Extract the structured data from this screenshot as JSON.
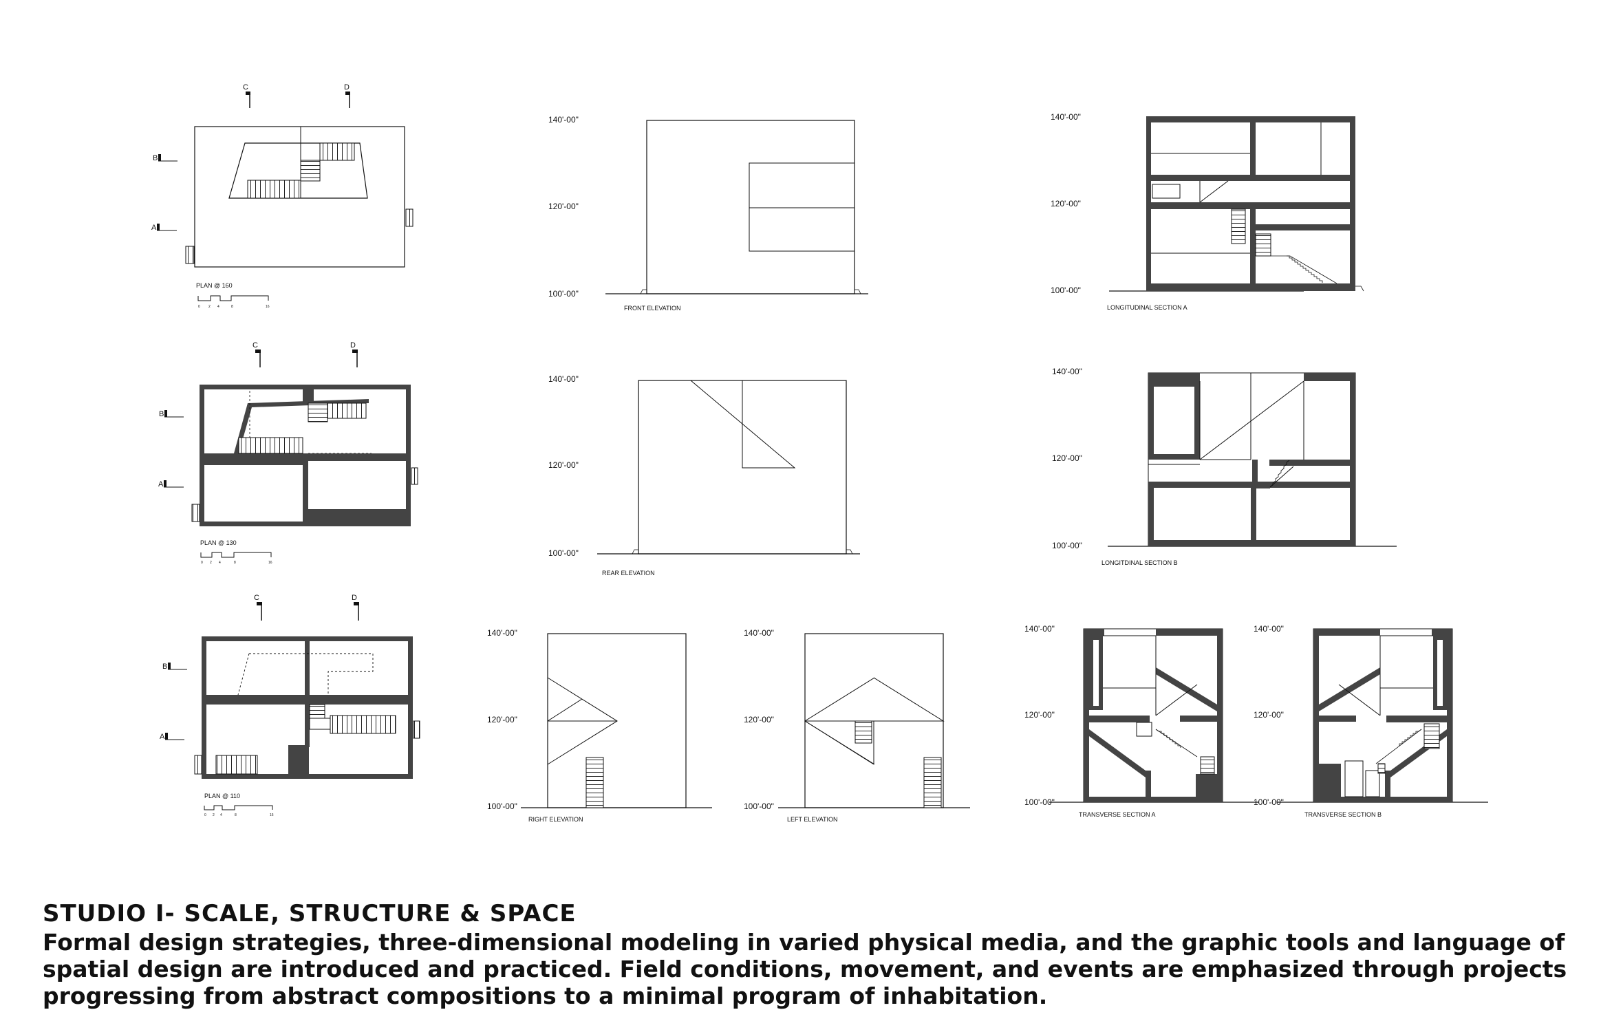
{
  "section_markers": {
    "c": "C",
    "d": "D",
    "a": "A",
    "b": "B"
  },
  "plans": [
    {
      "label": "PLAN @ 160",
      "scale": [
        "0",
        "2",
        "4",
        "8",
        "16"
      ]
    },
    {
      "label": "PLAN @ 130",
      "scale": [
        "0",
        "2",
        "4",
        "8",
        "16"
      ]
    },
    {
      "label": "PLAN @ 110",
      "scale": [
        "0",
        "2",
        "4",
        "8",
        "16"
      ]
    }
  ],
  "levels": {
    "top": "140'-00\"",
    "mid": "120'-00\"",
    "bottom": "100'-00\""
  },
  "drawings": {
    "front_elevation": "FRONT ELEVATION",
    "rear_elevation": "REAR ELEVATION",
    "right_elevation": "RIGHT ELEVATION",
    "left_elevation": "LEFT ELEVATION",
    "long_section_a": "LONGITUDINAL SECTION A",
    "long_section_b": "LONGITDINAL SECTION B",
    "trans_section_a": "TRANSVERSE SECTION A",
    "trans_section_b": "TRANSVERSE SECTION B"
  },
  "caption": {
    "title": "STUDIO I- SCALE, STRUCTURE & SPACE",
    "body": "Formal design strategies, three-dimensional modeling in varied physical media, and the graphic tools and language of spatial design are introduced and practiced. Field conditions, movement, and events are emphasized through projects progressing from abstract compositions to a minimal program of inhabitation."
  }
}
